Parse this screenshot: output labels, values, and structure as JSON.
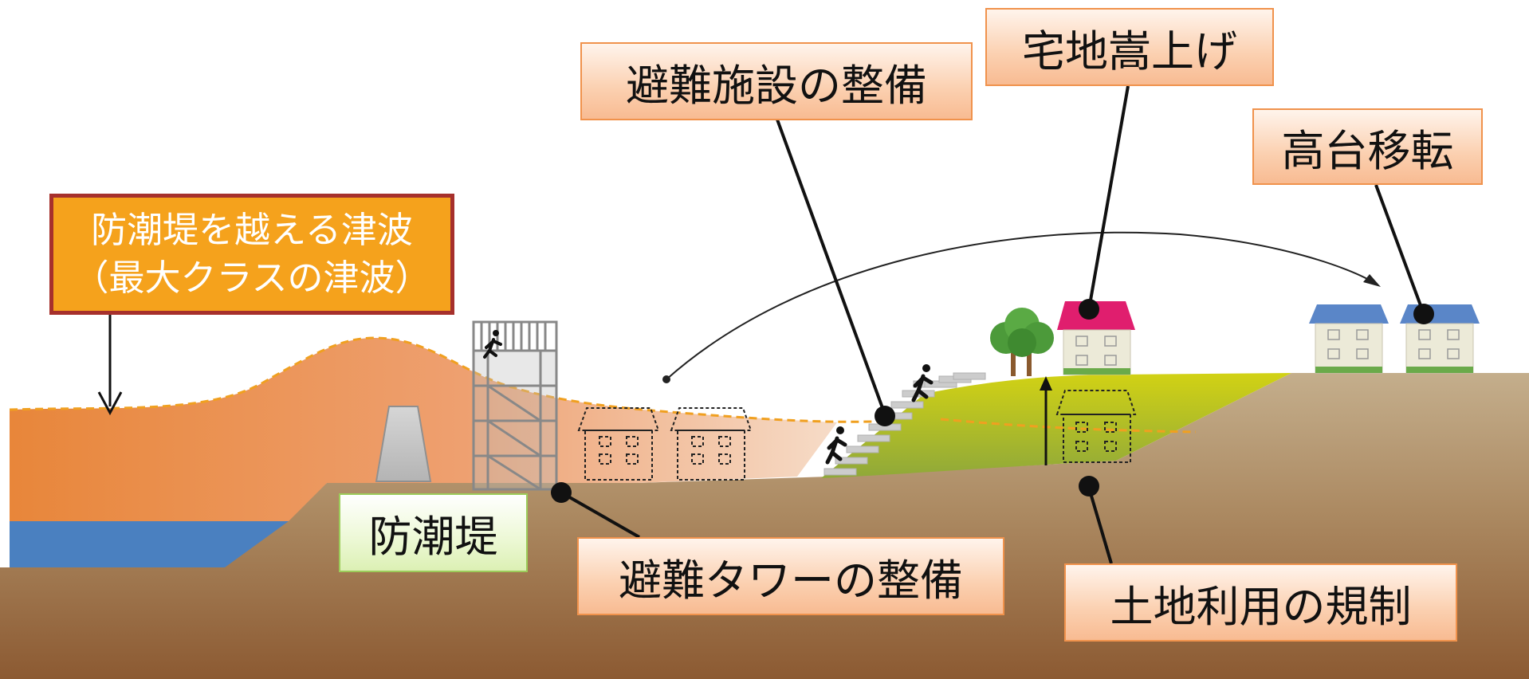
{
  "labels": {
    "tsunami_line1": "防潮堤を越える津波",
    "tsunami_line2": "（最大クラスの津波）",
    "seawall": "防潮堤",
    "evacuation_tower": "避難タワーの整備",
    "evacuation_facility": "避難施設の整備",
    "land_raising": "宅地嵩上げ",
    "relocation_highland": "高台移転",
    "land_use_regulation": "土地利用の規制"
  },
  "colors": {
    "tsunami": "#ea8e3c",
    "tsunami_dashed": "#f0a020",
    "sea": "#4a80c0",
    "ground_top": "#c4ae8c",
    "ground_bottom": "#8c5a32",
    "hill": "#b8cc30",
    "roof_pink": "#e01e6e",
    "roof_blue": "#5a86c8",
    "house_wall": "#ecead8",
    "tower": "#a8a8a8",
    "seawall_block": "#c0c0c0",
    "tsunami_label_fill": "#f5a21c",
    "tsunami_label_border": "#a6302c",
    "callout_border": "#f0924c",
    "seawall_label_border": "#9ccc5a"
  },
  "icons": [
    "down-arrow-icon",
    "running-person-icon",
    "tree-icon",
    "house-icon",
    "tower-icon",
    "seawall-block-icon",
    "relocation-arc-arrow-icon",
    "raise-arrow-icon"
  ]
}
